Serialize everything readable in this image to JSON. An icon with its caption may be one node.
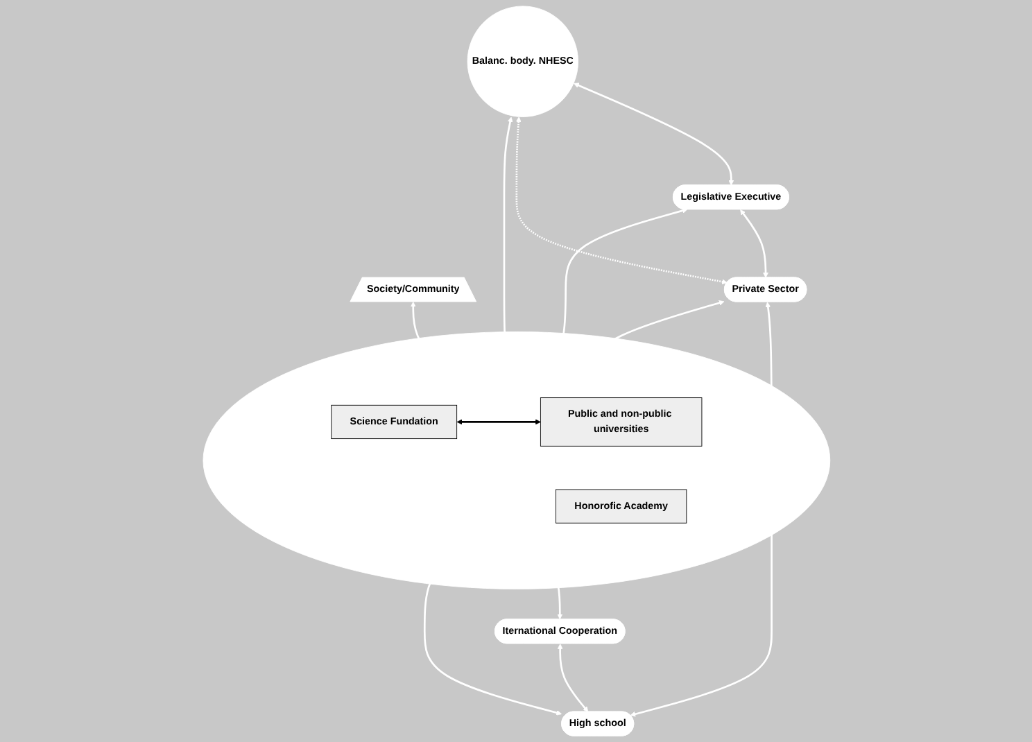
{
  "diagram": {
    "nodes": [
      {
        "text": [
          "Society/Community"
        ]
      },
      {
        "text": [
          "Balanc. body. NHESC"
        ]
      },
      {
        "text": [],
        "shape": "circle"
      },
      {
        "text": [
          "Science Fundation"
        ],
        "in": 2
      },
      {
        "text": [
          "Public and non-public universities"
        ],
        "in": 2
      },
      {
        "text": [
          "Honorofic Academy"
        ],
        "in": 2
      },
      {
        "text": [
          "Iternational Cooperation"
        ]
      },
      {
        "text": [
          "Legislative Executive"
        ]
      },
      {
        "text": [
          "Private Sector"
        ]
      },
      {
        "text": [
          "High school"
        ]
      }
    ],
    "edges": [
      {
        "from": 0,
        "to": 2,
        "arrow": "both"
      },
      {
        "from": 1,
        "to": 2,
        "arrow": "both"
      },
      {
        "from": 1,
        "to": 7,
        "arrow": "both"
      },
      {
        "from": 1,
        "to": 8,
        "arrow": "both",
        "style": "dashed"
      },
      {
        "from": 7,
        "to": 2,
        "arrow": "both"
      },
      {
        "from": 7,
        "to": 8,
        "arrow": "both"
      },
      {
        "from": 8,
        "to": 2,
        "arrow": "both"
      },
      {
        "from": 3,
        "to": 4,
        "arrow": "both",
        "color": "#000000"
      },
      {
        "from": 2,
        "to": 6,
        "arrow": "both"
      },
      {
        "from": 2,
        "to": 9,
        "arrow": "both"
      },
      {
        "from": 6,
        "to": 9,
        "arrow": "both"
      },
      {
        "from": 8,
        "to": 9,
        "arrow": "both"
      }
    ]
  }
}
